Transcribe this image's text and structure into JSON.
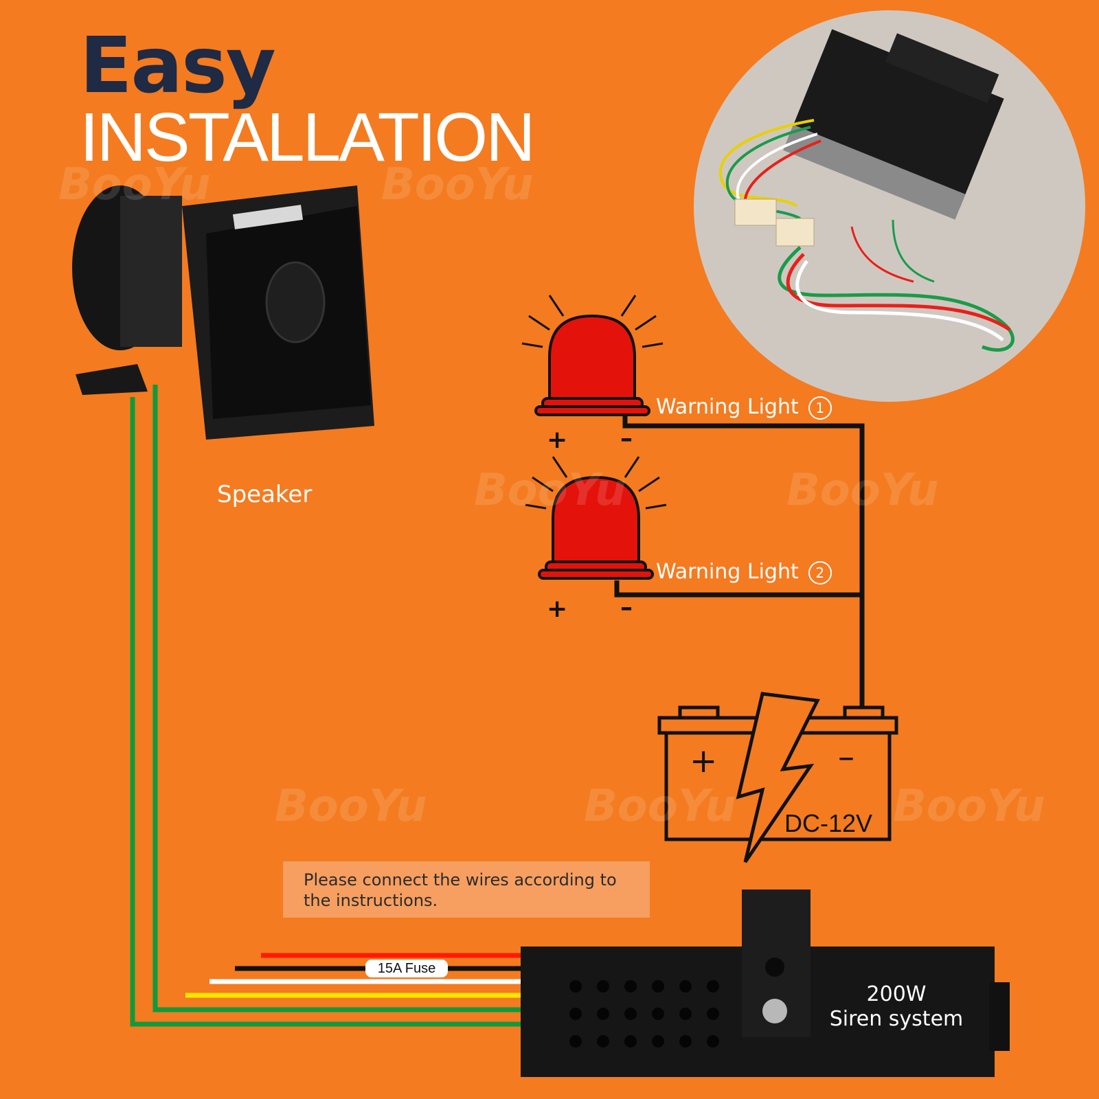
{
  "title": {
    "line1": "Easy",
    "line2": "INSTALLATION"
  },
  "labels": {
    "warning_light_1": "Warning Light",
    "warning_light_1_num": "1",
    "warning_light_2": "Warning Light",
    "warning_light_2_num": "2",
    "speaker": "Speaker",
    "note": "Please connect the wires according to the instructions.",
    "fuse": "15A Fuse",
    "siren_power": "200W",
    "siren_name": "Siren system",
    "battery_voltage": "DC-12V"
  },
  "signs": {
    "plus": "+",
    "minus": "–"
  },
  "watermark": "BooYu",
  "colors": {
    "background": "#f47b20",
    "title_dark": "#1f2a44",
    "wire_green": "#0f9a3c",
    "wire_yellow": "#ffe600",
    "wire_white": "#ffffff",
    "wire_black": "#111111",
    "wire_red": "#ff1a00",
    "beacon_red": "#e3120b"
  }
}
